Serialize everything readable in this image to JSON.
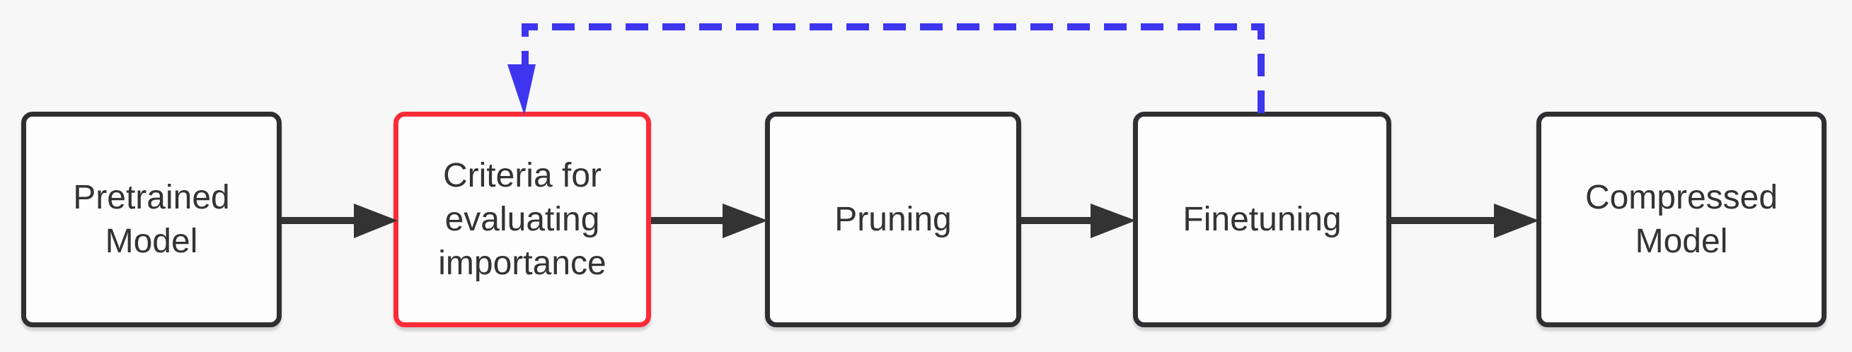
{
  "diagram": {
    "type": "flowchart",
    "nodes": [
      {
        "id": "pretrained-model",
        "label": "Pretrained Model",
        "highlighted": false
      },
      {
        "id": "criteria-for-evaluating-importance",
        "label": "Criteria for evaluating importance",
        "highlighted": true
      },
      {
        "id": "pruning",
        "label": "Pruning",
        "highlighted": false
      },
      {
        "id": "finetuning",
        "label": "Finetuning",
        "highlighted": false
      },
      {
        "id": "compressed-model",
        "label": "Compressed Model",
        "highlighted": false
      }
    ],
    "edges": [
      {
        "from": "Pretrained Model",
        "to": "Criteria for evaluating importance",
        "style": "solid-arrow"
      },
      {
        "from": "Criteria for evaluating importance",
        "to": "Pruning",
        "style": "solid-arrow"
      },
      {
        "from": "Pruning",
        "to": "Finetuning",
        "style": "solid-arrow"
      },
      {
        "from": "Finetuning",
        "to": "Compressed Model",
        "style": "solid-arrow"
      },
      {
        "from": "Finetuning",
        "to": "Criteria for evaluating importance",
        "style": "dashed-feedback-arrow"
      }
    ],
    "colors": {
      "background": "#f7f7f8",
      "node_fill": "#fdfdfd",
      "node_border_dark": "#2f2f31",
      "node_border_highlight": "#fb2c38",
      "arrow_dark": "#333333",
      "feedback_blue": "#3d36ee",
      "text": "#333333"
    }
  }
}
